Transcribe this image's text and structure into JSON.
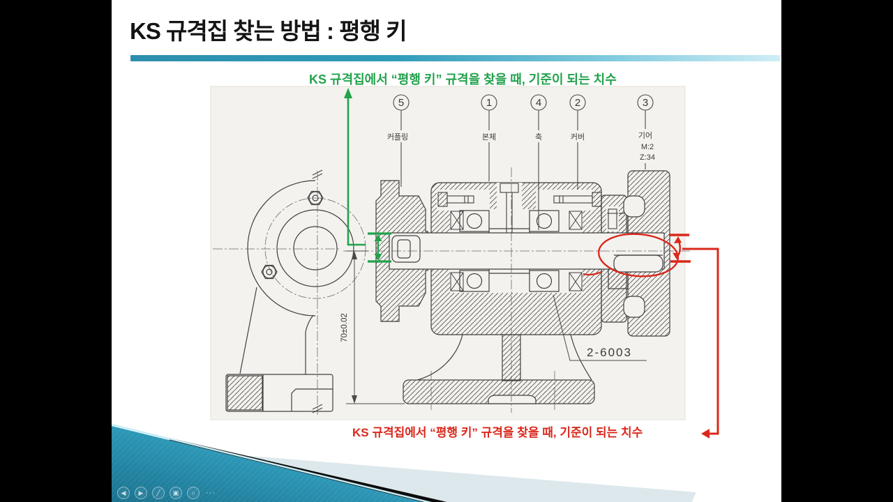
{
  "slide": {
    "title": "KS 규격집 찾는 방법 : 평행 키",
    "top_annotation": "KS 규격집에서 “평행 키” 규격을 찾을 때, 기준이 되는 치수",
    "bottom_annotation": "KS 규격집에서 “평행 키” 규격을 찾을 때, 기준이 되는 치수"
  },
  "drawing": {
    "balloons": [
      {
        "num": "5",
        "label": "커플링"
      },
      {
        "num": "1",
        "label": "본체"
      },
      {
        "num": "4",
        "label": "축"
      },
      {
        "num": "2",
        "label": "커버"
      },
      {
        "num": "3",
        "label": "기어",
        "sub1": "M:2",
        "sub2": "Z:34"
      }
    ],
    "height_dimension": "70±0.02",
    "bearing_callout": "2-6003"
  },
  "colors": {
    "annotation_green": "#22a24c",
    "annotation_red": "#da281c",
    "accent_teal": "#2d8fae"
  },
  "controls": {
    "prev": "◀",
    "next": "▶",
    "pen": "╱",
    "slides": "▣",
    "zoom": "○",
    "more": "···"
  }
}
